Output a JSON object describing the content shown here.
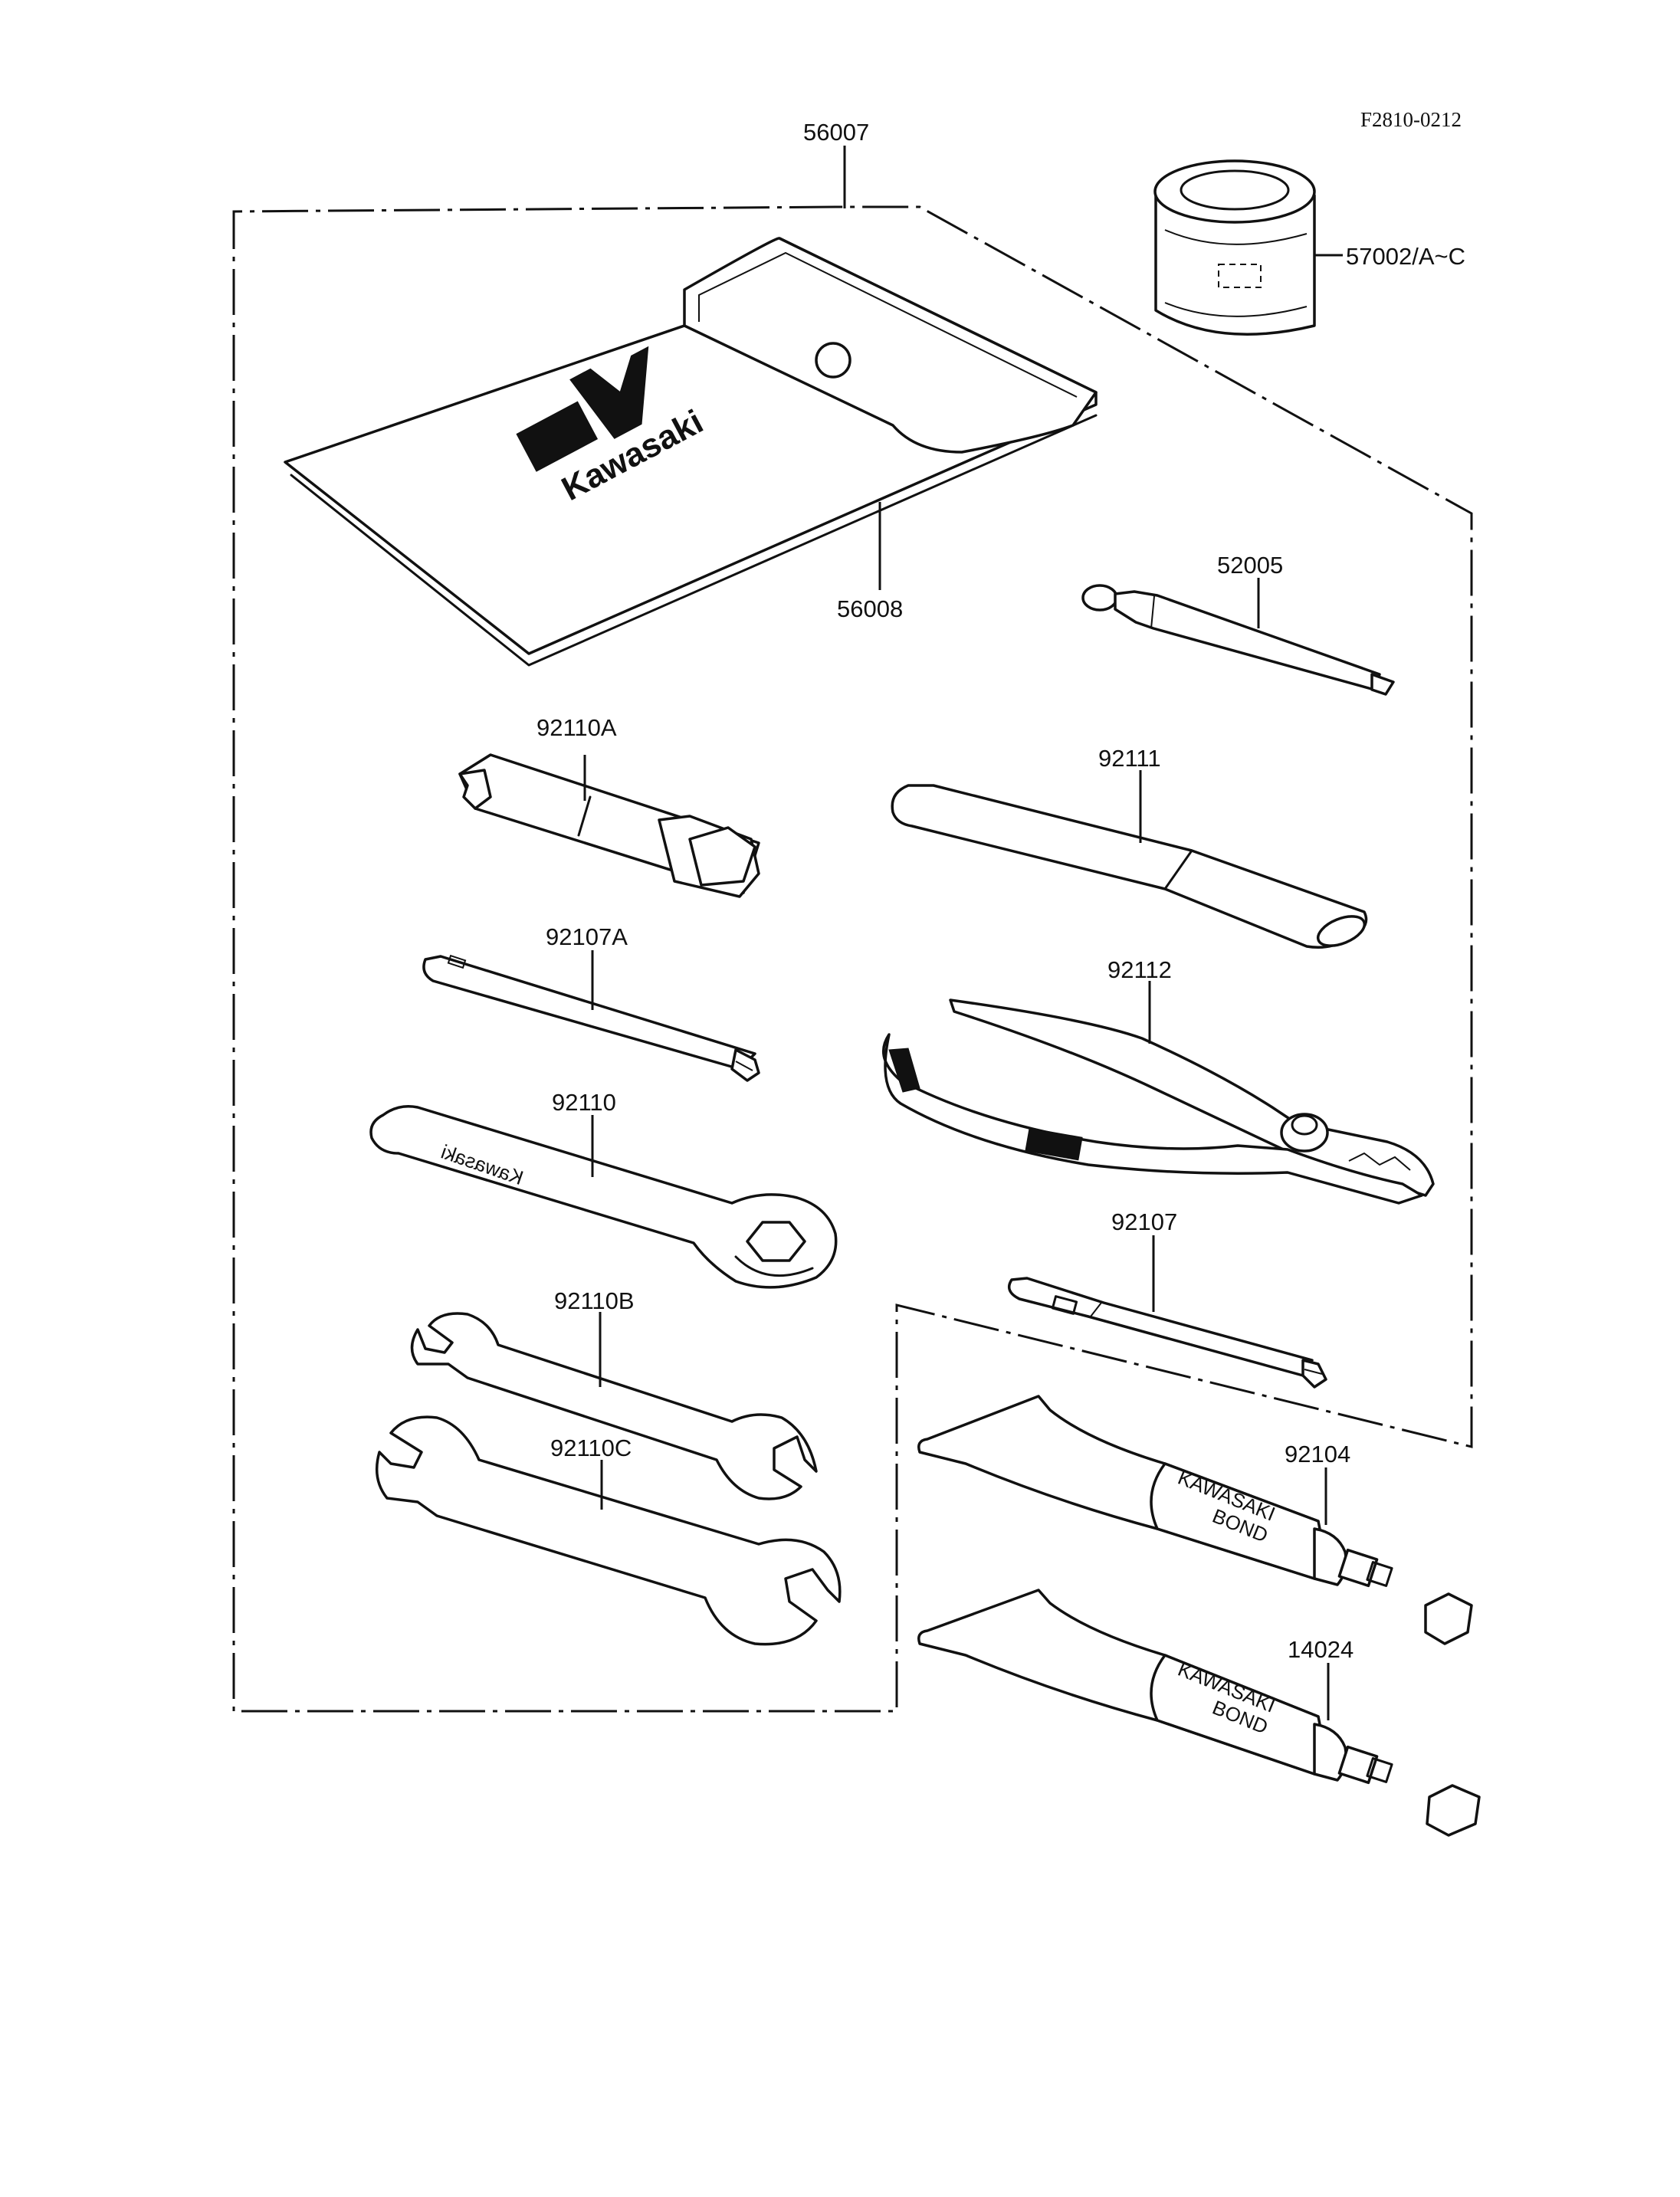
{
  "drawing_code": "F2810-0212",
  "parts": {
    "p56007": "56007",
    "p57002": "57002/A~C",
    "p56008": "56008",
    "p52005": "52005",
    "p92110A": "92110A",
    "p92111": "92111",
    "p92107A": "92107A",
    "p92112": "92112",
    "p92110": "92110",
    "p92107": "92107",
    "p92110B": "92110B",
    "p92110C": "92110C",
    "p92104": "92104",
    "p14024": "14024"
  },
  "pouch_brand": "Kawasaki",
  "wrench_engraving": "Kawasaki",
  "tube_text_line1": "KAWASAKI",
  "tube_text_line2": "BOND"
}
